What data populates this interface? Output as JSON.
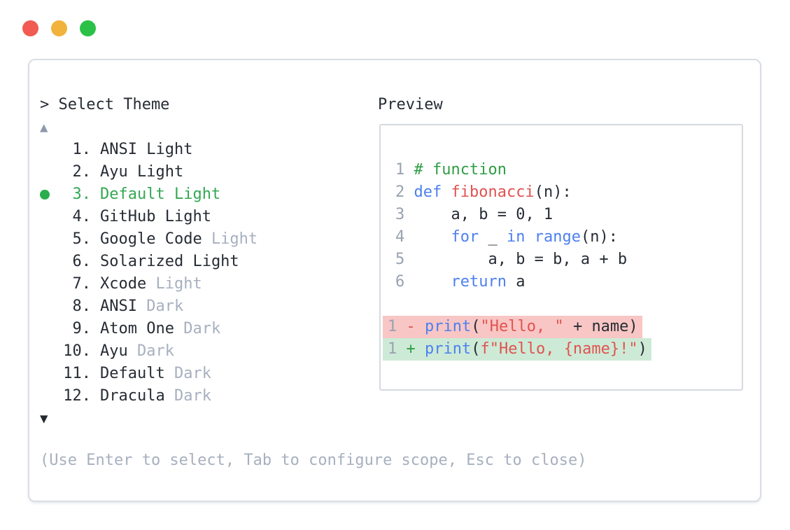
{
  "window": {
    "controls": [
      {
        "name": "close",
        "color": "#f15b51"
      },
      {
        "name": "minimize",
        "color": "#f1b33b"
      },
      {
        "name": "zoom",
        "color": "#2bc148"
      }
    ]
  },
  "picker": {
    "title": "> Select Theme",
    "scroll_up_glyph": "▲",
    "scroll_down_glyph": "▼",
    "items": [
      {
        "number": "1.",
        "primary": "ANSI Light",
        "dim": "",
        "selected": false
      },
      {
        "number": "2.",
        "primary": "Ayu Light",
        "dim": "",
        "selected": false
      },
      {
        "number": "3.",
        "primary": "Default Light",
        "dim": "",
        "selected": true
      },
      {
        "number": "4.",
        "primary": "GitHub Light",
        "dim": "",
        "selected": false
      },
      {
        "number": "5.",
        "primary": "Google Code",
        "dim": "Light",
        "selected": false
      },
      {
        "number": "6.",
        "primary": "Solarized Light",
        "dim": "",
        "selected": false
      },
      {
        "number": "7.",
        "primary": "Xcode",
        "dim": "Light",
        "selected": false
      },
      {
        "number": "8.",
        "primary": "ANSI",
        "dim": "Dark",
        "selected": false
      },
      {
        "number": "9.",
        "primary": "Atom One",
        "dim": "Dark",
        "selected": false
      },
      {
        "number": "10.",
        "primary": "Ayu",
        "dim": "Dark",
        "selected": false
      },
      {
        "number": "11.",
        "primary": "Default",
        "dim": "Dark",
        "selected": false
      },
      {
        "number": "12.",
        "primary": "Dracula",
        "dim": "Dark",
        "selected": false
      }
    ],
    "footer_hint": "(Use Enter to select, Tab to configure scope, Esc to close)"
  },
  "preview": {
    "title": "Preview",
    "code_lines": [
      {
        "num": "1",
        "tokens": [
          [
            "c",
            "# function"
          ]
        ]
      },
      {
        "num": "2",
        "tokens": [
          [
            "k",
            "def"
          ],
          [
            "t",
            " "
          ],
          [
            "r",
            "fibonacci"
          ],
          [
            "t",
            "(n):"
          ]
        ]
      },
      {
        "num": "3",
        "tokens": [
          [
            "t",
            "    a, b = 0, 1"
          ]
        ]
      },
      {
        "num": "4",
        "tokens": [
          [
            "t",
            "    "
          ],
          [
            "k",
            "for"
          ],
          [
            "t",
            " _ "
          ],
          [
            "k",
            "in"
          ],
          [
            "t",
            " "
          ],
          [
            "k",
            "range"
          ],
          [
            "t",
            "(n):"
          ]
        ]
      },
      {
        "num": "5",
        "tokens": [
          [
            "t",
            "        a, b = b, a + b"
          ]
        ]
      },
      {
        "num": "6",
        "tokens": [
          [
            "t",
            "    "
          ],
          [
            "k",
            "return"
          ],
          [
            "t",
            " a"
          ]
        ]
      }
    ],
    "diff_lines": [
      {
        "num": "1",
        "type": "removed",
        "tokens": [
          [
            "minus",
            "-"
          ],
          [
            "t",
            " "
          ],
          [
            "k",
            "print"
          ],
          [
            "t",
            "("
          ],
          [
            "r",
            "\"Hello, \""
          ],
          [
            "t",
            " + name)"
          ]
        ]
      },
      {
        "num": "1",
        "type": "added",
        "tokens": [
          [
            "plus",
            "+"
          ],
          [
            "t",
            " "
          ],
          [
            "k",
            "print"
          ],
          [
            "t",
            "("
          ],
          [
            "r",
            "f\"Hello, {name}!\""
          ],
          [
            "t",
            ")"
          ]
        ]
      }
    ]
  },
  "colors": {
    "selected_green": "#34a853",
    "selected_dot": "#2aad4b",
    "comment_green": "#2f9e44",
    "keyword_blue": "#4d80f0",
    "string_red": "#e05351",
    "dim_gray": "#a7b0bf",
    "line_number_gray": "#98a2b0",
    "removed_bg": "#f8c6c4",
    "added_bg": "#cdead6",
    "panel_border": "#d9dde4"
  }
}
